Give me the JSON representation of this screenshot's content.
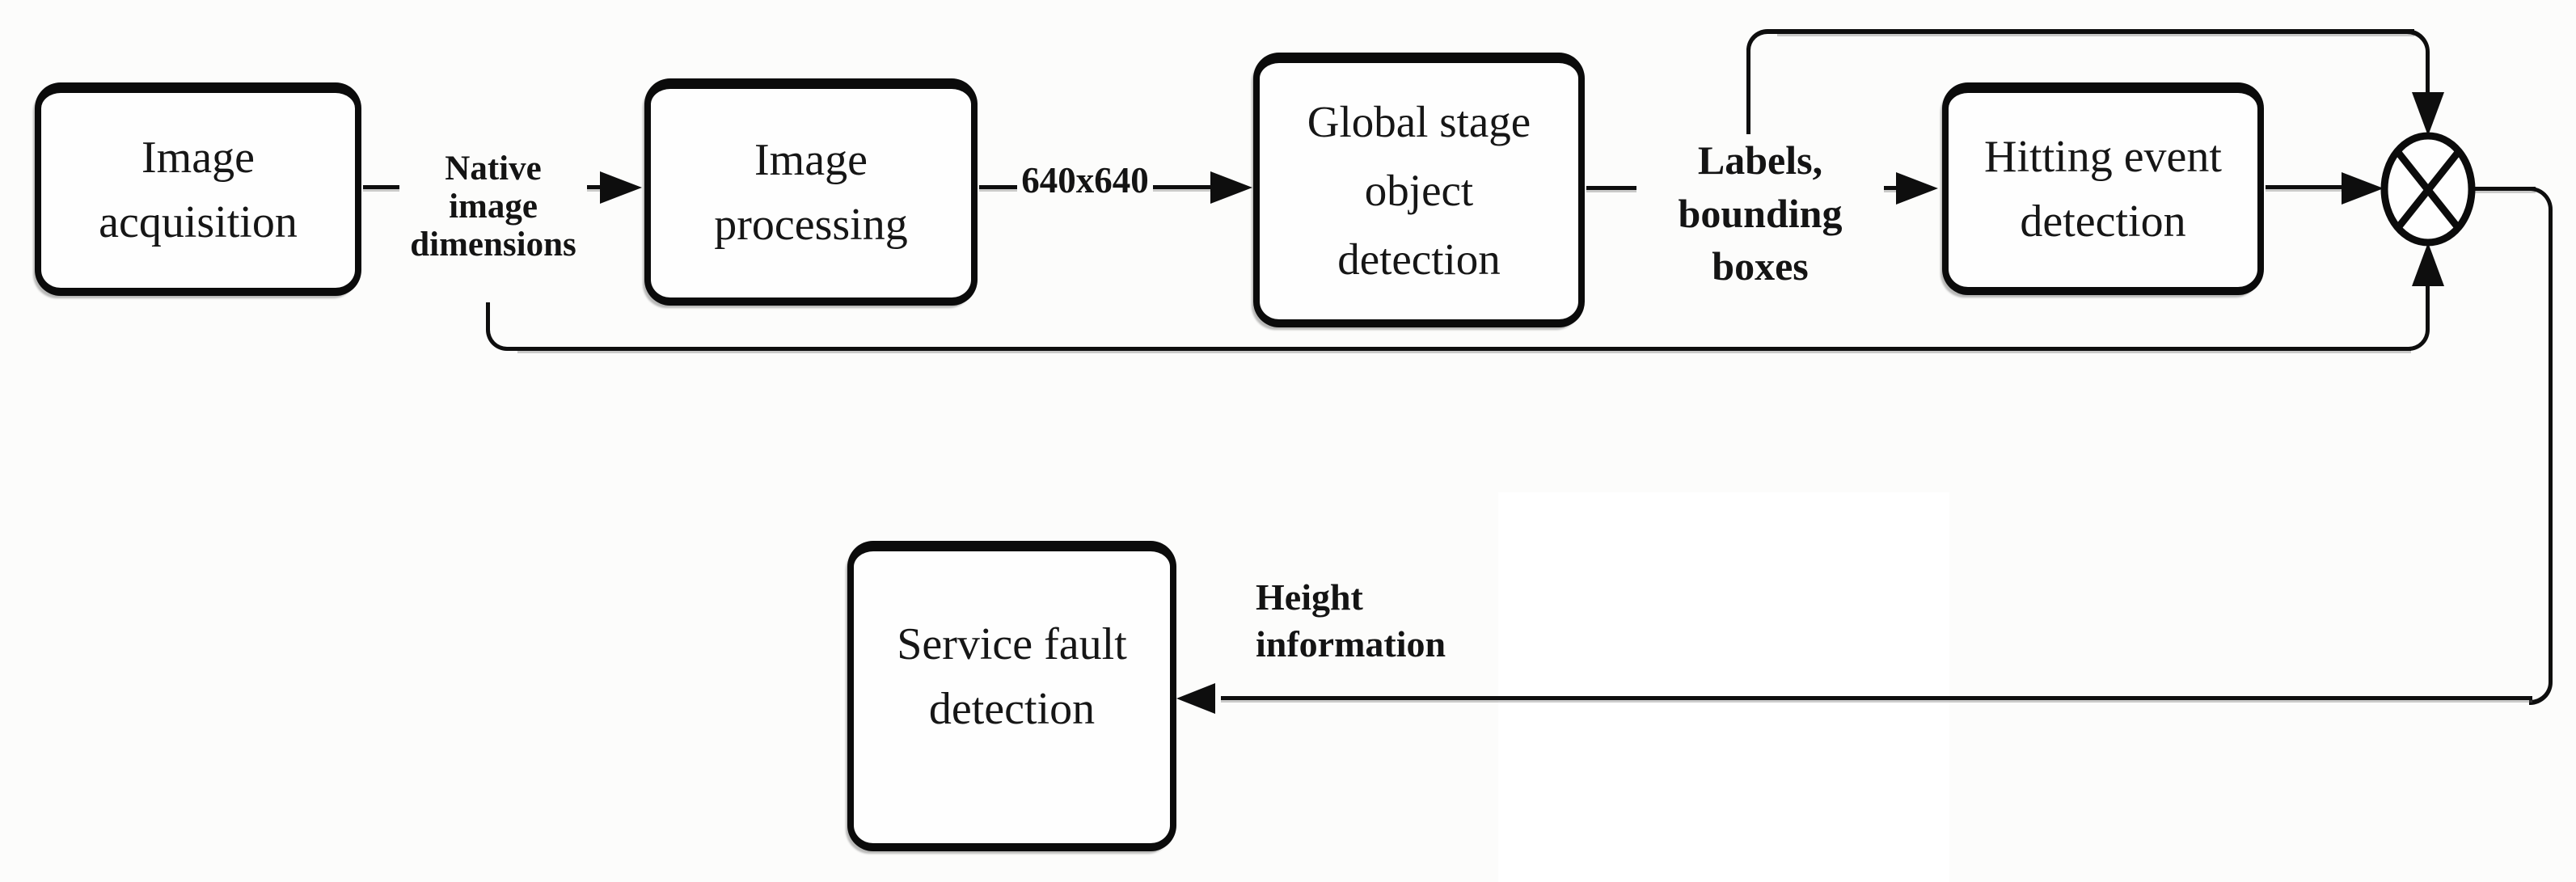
{
  "diagram": {
    "nodes": [
      {
        "id": "image-acquisition",
        "label": "Image\nacquisition"
      },
      {
        "id": "image-processing",
        "label": "Image\nprocessing"
      },
      {
        "id": "global-stage-object-detection",
        "label": "Global stage\nobject\ndetection"
      },
      {
        "id": "hitting-event-detection",
        "label": "Hitting event\ndetection"
      },
      {
        "id": "service-fault-detection",
        "label": "Service fault\ndetection"
      }
    ],
    "edge_labels": [
      {
        "id": "native-image-dimensions",
        "text": "Native\nimage\ndimensions"
      },
      {
        "id": "resized-dimensions",
        "text": "640x640"
      },
      {
        "id": "labels-bounding-boxes",
        "text": "Labels,\nbounding boxes"
      },
      {
        "id": "height-information",
        "text": "Height\ninformation"
      }
    ],
    "junction": {
      "icon": "multiply-circle-icon",
      "symbol": "⊗"
    },
    "colors": {
      "stroke": "#0e0e0e",
      "box_border": "#0b0b0b",
      "background": "#fcfcfb",
      "node_fill": "#fefefe",
      "patch_fill": "#ffffff",
      "text": "#161616"
    }
  }
}
